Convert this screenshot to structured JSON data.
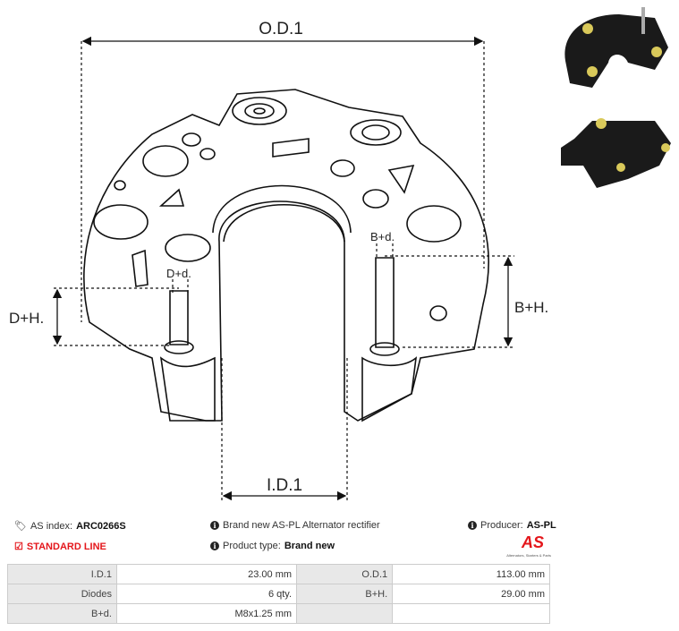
{
  "drawing": {
    "od_label": "O.D.1",
    "id_label": "I.D.1",
    "dh_label": "D+H.",
    "bh_label": "B+H.",
    "dd_label": "D+d.",
    "bd_label": "B+d."
  },
  "info": {
    "as_index_label": "AS index:",
    "as_index_value": "ARC0266S",
    "line_label": "STANDARD LINE",
    "description": "Brand new AS-PL Alternator rectifier",
    "product_type_label": "Product type:",
    "product_type_value": "Brand new",
    "producer_label": "Producer:",
    "producer_value": "AS-PL",
    "logo_text": "AS",
    "logo_tagline": "Alternators, Starters & Parts"
  },
  "specs": [
    {
      "k1": "I.D.1",
      "v1": "23.00 mm",
      "k2": "O.D.1",
      "v2": "113.00 mm"
    },
    {
      "k1": "Diodes",
      "v1": "6 qty.",
      "k2": "B+H.",
      "v2": "29.00 mm"
    },
    {
      "k1": "B+d.",
      "v1": "M8x1.25 mm",
      "k2": "",
      "v2": ""
    }
  ],
  "colors": {
    "accent": "#e4161b"
  }
}
